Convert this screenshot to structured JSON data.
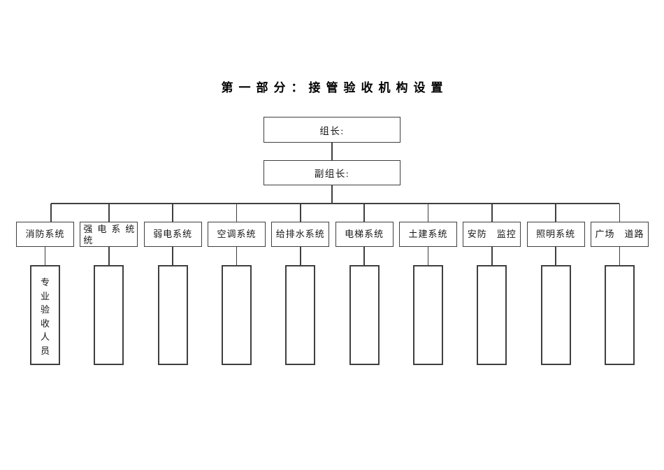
{
  "title": "第一部分：接管验收机构设置",
  "chart": {
    "line_color": "#3f3f3f",
    "leader_label": "组长:",
    "deputy_label": "副组长:",
    "branches": [
      {
        "label": "消防系统",
        "personnel": "专业验收人员"
      },
      {
        "label": "强电系统",
        "label_line2": "统"
      },
      {
        "label": "弱电系统"
      },
      {
        "label": "空调系统"
      },
      {
        "label": "给排水系统"
      },
      {
        "label": "电梯系统"
      },
      {
        "label": "土建系统"
      },
      {
        "label": "安防　监控"
      },
      {
        "label": "照明系统"
      },
      {
        "label": "广场　道路"
      }
    ]
  }
}
